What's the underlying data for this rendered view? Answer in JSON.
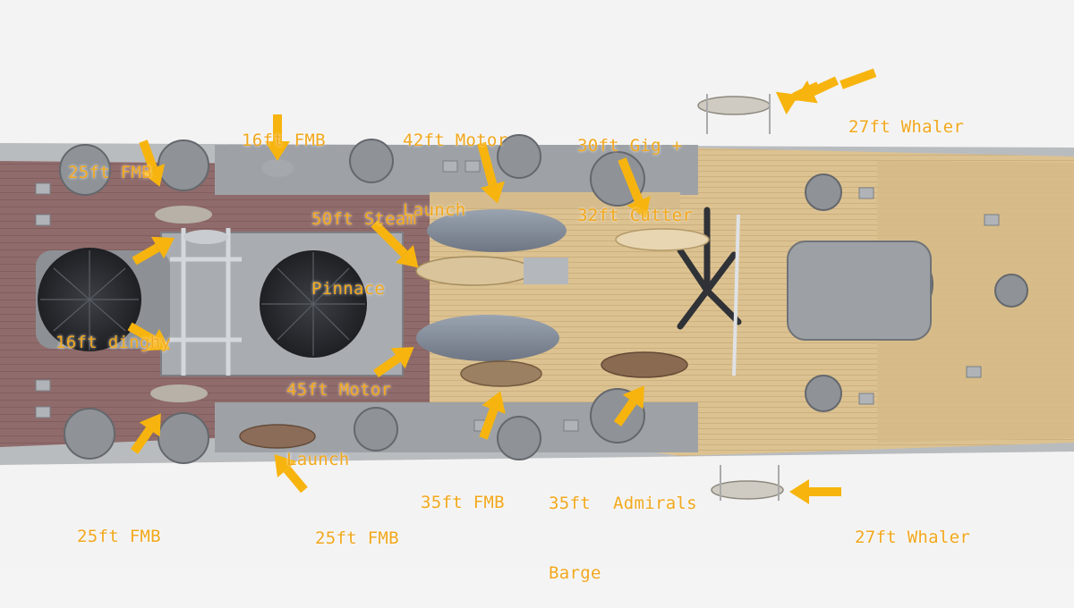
{
  "photo": {
    "subject": "Scale model warship deck, top-down view, with annotated ship's boats",
    "colors": {
      "background": "#f4f4f4",
      "wood_deck": "#d9bf8a",
      "deck_planks": "#c4a877",
      "aft_deck_paint": "#8e6a6a",
      "grey_superstructure": "#a3a7ab",
      "dark_grey": "#6e7378",
      "motor_launch": "#818a98",
      "steam_pinnace": "#d8c39a",
      "label": "#f2a81d",
      "arrow": "#f7b40e"
    }
  },
  "annotations": [
    {
      "id": "fmb16",
      "lines": [
        "16ft FMB"
      ]
    },
    {
      "id": "launch42",
      "lines": [
        "42ft Motor",
        "Launch"
      ]
    },
    {
      "id": "gig30",
      "lines": [
        "30ft Gig +",
        "32ft Cutter"
      ]
    },
    {
      "id": "whaler_top",
      "lines": [
        "27ft Whaler"
      ]
    },
    {
      "id": "fmb25_tl",
      "lines": [
        "25ft FMB"
      ]
    },
    {
      "id": "pinnace50",
      "lines": [
        "50ft Steam",
        "Pinnace"
      ]
    },
    {
      "id": "dinghy16",
      "lines": [
        "16ft dinghy"
      ]
    },
    {
      "id": "launch45",
      "lines": [
        "45ft Motor",
        "Launch"
      ]
    },
    {
      "id": "fmb35",
      "lines": [
        "35ft FMB"
      ]
    },
    {
      "id": "barge35",
      "lines": [
        "35ft",
        "Barge"
      ]
    },
    {
      "id": "admirals",
      "lines": [
        "Admirals"
      ]
    },
    {
      "id": "fmb25_bl",
      "lines": [
        "25ft FMB"
      ]
    },
    {
      "id": "fmb25_bc",
      "lines": [
        "25ft FMB"
      ]
    },
    {
      "id": "whaler_bottom",
      "lines": [
        "27ft Whaler"
      ]
    }
  ]
}
